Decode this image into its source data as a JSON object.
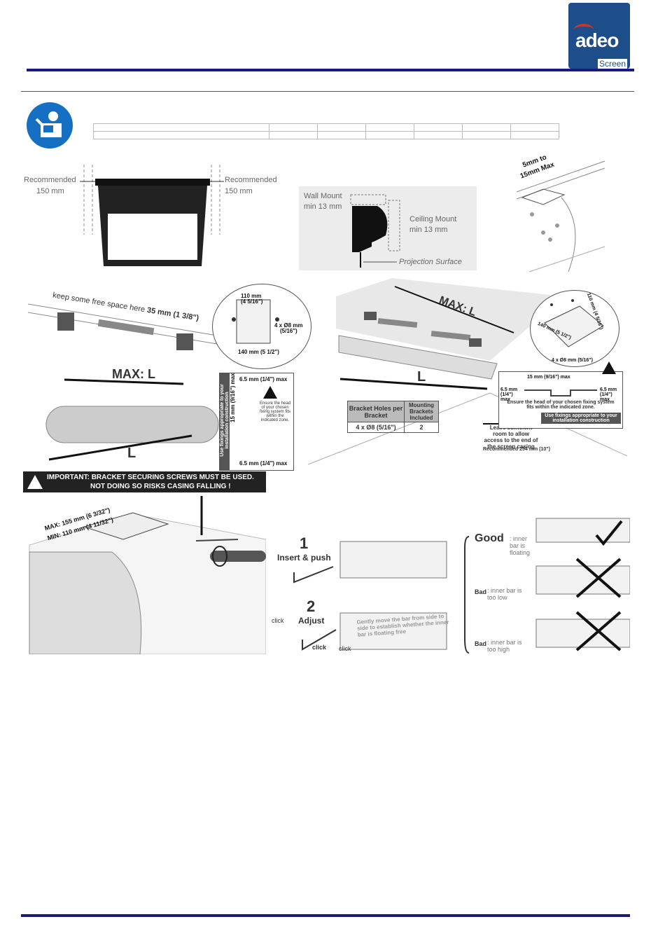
{
  "header": {
    "logo_text": "adeo",
    "logo_sub": "Screen"
  },
  "clearance": {
    "left_label": "Recommended",
    "left_value": "150 mm",
    "right_label": "Recommended",
    "right_value": "150 mm"
  },
  "mount_profile": {
    "wall": "Wall Mount",
    "wall_min": "min 13 mm",
    "ceiling": "Ceiling Mount",
    "ceiling_min": "min 13 mm",
    "surface": "Projection Surface"
  },
  "endcap": {
    "range_a": "5mm to",
    "range_b": "15mm Max"
  },
  "wall_install": {
    "free_space": "keep some free space here",
    "free_space_value": "35 mm (1 3/8\")",
    "max_l": "MAX: L",
    "l": "L",
    "bracket_w": "110 mm",
    "bracket_w_in": "(4 5/16\")",
    "bracket_h": "140 mm (5 1/2\")",
    "holes": "4 x Ø8 mm",
    "holes_in": "(5/16\")",
    "side_text": "Use fixings appropriate to your installation construction",
    "zone_top": "6.5 mm (1/4\") max",
    "zone_mid": "15 mm (9/16\") max",
    "zone_bottom": "6.5 mm (1/4\") max",
    "zone_note": "Ensure the head of your chosen fixing system fits within the indicated zone."
  },
  "ceiling_install": {
    "max_l": "MAX: L",
    "l": "L",
    "table_head_1": "Bracket Holes per Bracket",
    "table_head_2": "Mounting Brackets Included",
    "table_val_1": "4 x Ø8 (5/16\")",
    "table_val_2": "2",
    "access_note": "Leave sufficient room to allow access to the end of the screen casing",
    "access_rec": "Recommended 254 mm (10\")",
    "bracket_w": "110 mm (4 5/16\")",
    "bracket_h": "140 mm (5 1/2\")",
    "holes": "4 x Ø8 mm (5/16\")",
    "zone_w": "15 mm (9/16\") max",
    "zone_l": "6.5 mm (1/4\") max",
    "zone_r": "6.5 mm (1/4\") max",
    "zone_note": "Ensure the head of your chosen fixing system fits within the indicated zone.",
    "fix_note": "Use fixings appropriate to your installation construction"
  },
  "warning": {
    "line1": "IMPORTANT: BRACKET SECURING SCREWS MUST BE USED.",
    "line2": "NOT DOING SO RISKS CASING FALLING !"
  },
  "casing": {
    "max": "MAX: 155 mm (6 3/32\")",
    "min": "MIN: 110 mm (4 11/32\")"
  },
  "adjust": {
    "step1_num": "1",
    "step1": "Insert & push",
    "step2_num": "2",
    "step2": "Adjust",
    "click": "click",
    "note": "Gently move the bar from side to side to establish whether the inner bar is floating free"
  },
  "status": {
    "good": "Good",
    "good_desc": ": inner bar is floating",
    "bad": "Bad",
    "bad_low": ": inner bar is too low",
    "bad_high": ": inner bar is too high"
  }
}
